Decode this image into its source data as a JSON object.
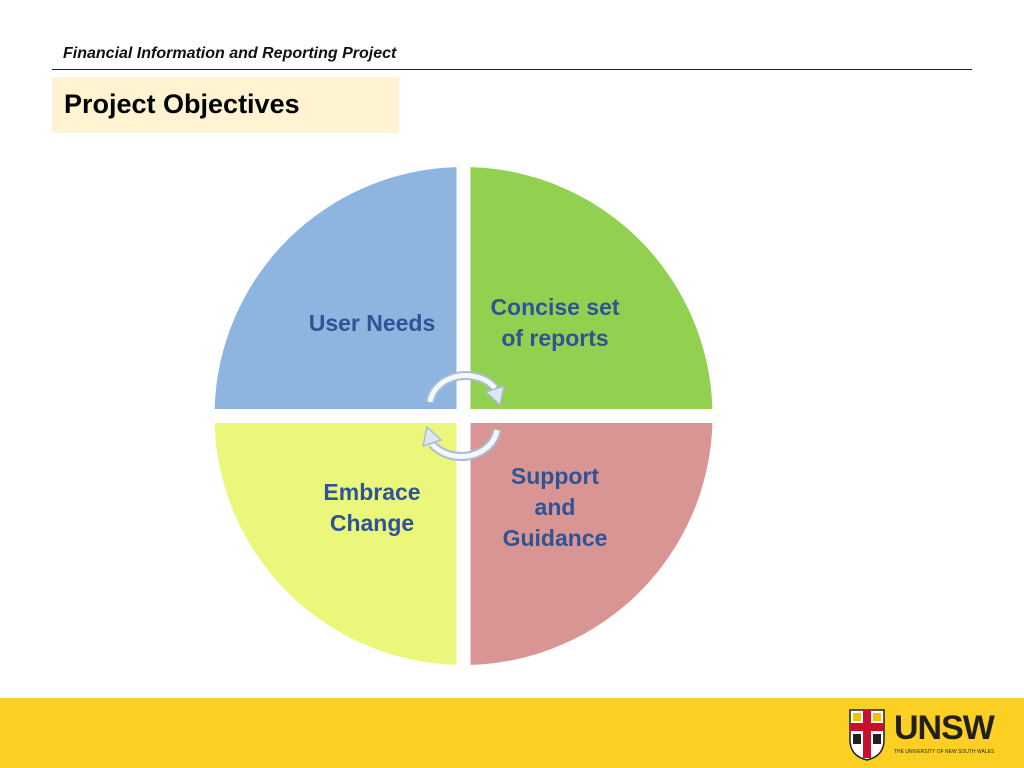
{
  "header": {
    "project_title": "Financial Information and Reporting Project"
  },
  "slide": {
    "title": "Project Objectives"
  },
  "diagram": {
    "quadrants": [
      {
        "position": "top-left",
        "lines": [
          "User Needs"
        ],
        "color": "#8eb4e0"
      },
      {
        "position": "top-right",
        "lines": [
          "Concise set",
          "of reports"
        ],
        "color": "#92d050"
      },
      {
        "position": "bottom-left",
        "lines": [
          "Embrace",
          "Change"
        ],
        "color": "#ebf77a"
      },
      {
        "position": "bottom-right",
        "lines": [
          "Support",
          "and",
          "Guidance"
        ],
        "color": "#d99594"
      }
    ],
    "label_color": "#2f5496",
    "center_icon": "circular-arrows-icon"
  },
  "footer": {
    "color": "#fcd022",
    "logo": {
      "wordmark": "UNSW",
      "subtitle": "THE UNIVERSITY OF NEW SOUTH WALES",
      "crest_icon": "unsw-crest-icon"
    }
  }
}
